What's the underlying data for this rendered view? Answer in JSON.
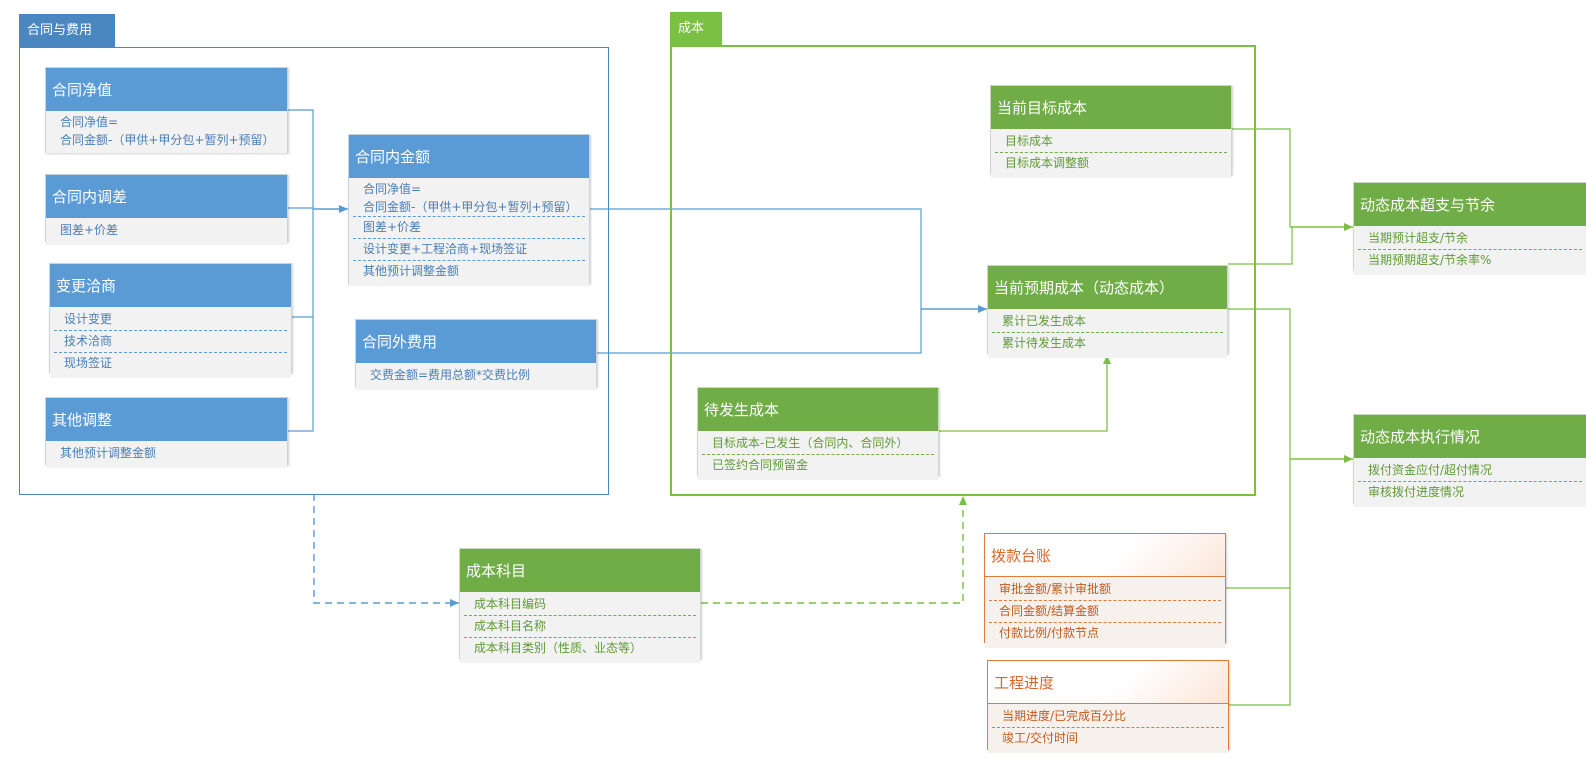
{
  "groups": {
    "contract_fees": "合同与费用",
    "cost": "成本"
  },
  "nodes": {
    "net_value": {
      "title": "合同净值",
      "items": [
        "合同净值=\n合同金额-（甲供+甲分包+暂列+预留）"
      ]
    },
    "internal_diff": {
      "title": "合同内调差",
      "items": [
        "图差+价差"
      ]
    },
    "change_nego": {
      "title": "变更洽商",
      "items": [
        "设计变更",
        "技术洽商",
        "现场签证"
      ]
    },
    "other_adjust": {
      "title": "其他调整",
      "items": [
        "其他预计调整金额"
      ]
    },
    "internal_amount": {
      "title": "合同内金额",
      "items": [
        "合同净值=\n合同金额-（甲供+甲分包+暂列+预留）",
        "图差+价差",
        "设计变更+工程洽商+现场签证",
        "其他预计调整金额"
      ]
    },
    "external_fee": {
      "title": "合同外费用",
      "items": [
        "交费金额=费用总额*交费比例"
      ]
    },
    "target_cost": {
      "title": "当前目标成本",
      "items": [
        "目标成本",
        "目标成本调整额"
      ]
    },
    "expected_cost": {
      "title": "当前预期成本（动态成本）",
      "items": [
        "累计已发生成本",
        "累计待发生成本"
      ]
    },
    "pending_cost": {
      "title": "待发生成本",
      "items": [
        "目标成本-已发生（合同内、合同外）",
        "已签约合同预留金"
      ]
    },
    "overspend": {
      "title": "动态成本超支与节余",
      "items": [
        "当期预计超支/节余",
        "当期预期超支/节余率%"
      ]
    },
    "execution": {
      "title": "动态成本执行情况",
      "items": [
        "拨付资金应付/超付情况",
        "审核拨付进度情况"
      ]
    },
    "cost_subject": {
      "title": "成本科目",
      "items": [
        "成本科目编码",
        "成本科目名称",
        "成本科目类别（性质、业态等）"
      ]
    },
    "payment_ledger": {
      "title": "拨款台账",
      "items": [
        "审批金额/累计审批额",
        "合同金额/结算金额",
        "付款比例/付款节点"
      ]
    },
    "progress": {
      "title": "工程进度",
      "items": [
        "当期进度/已完成百分比",
        "竣工/交付时间"
      ]
    }
  },
  "colors": {
    "blue": "#5b9bd5",
    "blue_group": "#4a86c0",
    "green": "#70ad47",
    "green_group": "#7ac143",
    "orange": "#e07b39"
  }
}
